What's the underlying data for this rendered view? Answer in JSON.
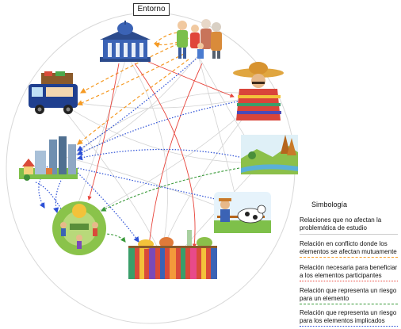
{
  "title": "Entorno",
  "legend": {
    "title": "Simbología",
    "items": [
      {
        "text": "Relaciones que no afectan la problemática de estudio",
        "color": "#cccccc",
        "style": "solid"
      },
      {
        "text": "Relación en conflicto donde los elementos se afectan mutuamente",
        "color": "#f59a23",
        "style": "dashed"
      },
      {
        "text": "Relación necesaria para beneficiar a los elementos participantes",
        "color": "#e8453c",
        "style": "dotted-fine"
      },
      {
        "text": "Relación que representa un riesgo para un elemento",
        "color": "#3a9a3a",
        "style": "dashed"
      },
      {
        "text": "Relación que representa un riesgo para los elementos implicados",
        "color": "#2b4fd6",
        "style": "dotted"
      }
    ]
  },
  "nodes": [
    {
      "id": "government",
      "icon": "government-building-icon"
    },
    {
      "id": "family",
      "icon": "family-icon"
    },
    {
      "id": "vehicle",
      "icon": "loaded-truck-icon"
    },
    {
      "id": "mexican-man",
      "icon": "sombrero-man-icon"
    },
    {
      "id": "city",
      "icon": "city-icon"
    },
    {
      "id": "landscape",
      "icon": "river-landscape-icon"
    },
    {
      "id": "community",
      "icon": "community-circle-icon"
    },
    {
      "id": "farm",
      "icon": "farmer-cow-icon"
    },
    {
      "id": "market",
      "icon": "market-stall-icon"
    }
  ]
}
